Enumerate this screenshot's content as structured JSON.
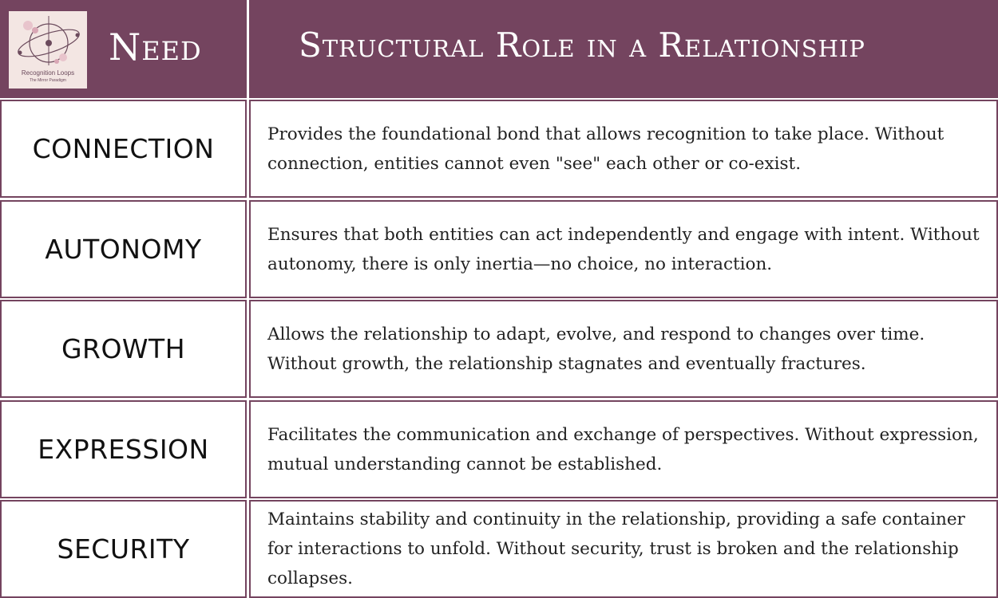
{
  "logo": {
    "name": "Recognition Loops",
    "tagline": "The Mirror Paradigm"
  },
  "header": {
    "need": "Need",
    "role": "Structural Role in a Relationship"
  },
  "rows": [
    {
      "need": "CONNECTION",
      "role": "Provides the foundational bond that allows recognition to take place. Without connection, entities cannot even \"see\" each other or co-exist."
    },
    {
      "need": "AUTONOMY",
      "role": "Ensures that both entities can act independently and engage with intent. Without autonomy, there is only inertia—no choice, no interaction."
    },
    {
      "need": "GROWTH",
      "role": "Allows the relationship to adapt, evolve, and respond to changes over time. Without growth, the relationship stagnates and eventually fractures."
    },
    {
      "need": "EXPRESSION",
      "role": "Facilitates the communication and exchange of perspectives. Without expression, mutual understanding cannot be established."
    },
    {
      "need": "SECURITY",
      "role": "Maintains stability and continuity in the relationship, providing a safe container for interactions to unfold. Without security, trust is broken and the relationship collapses."
    }
  ],
  "colors": {
    "header_bg": "#74445f",
    "border": "#74445f",
    "logo_bg": "#f3e6e3"
  }
}
